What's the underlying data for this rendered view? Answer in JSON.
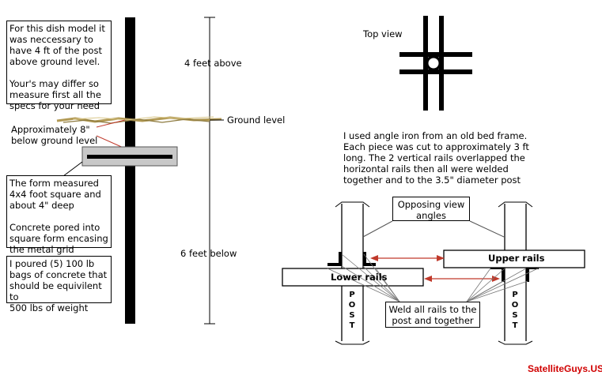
{
  "notes": {
    "intro": "For this dish model it\nwas neccessary to\nhave 4 ft of the post\nabove ground level.\n\nYour's may differ so\nmeasure first all the\nspecs for your need",
    "approx": "Approximately 8\"\nbelow ground level",
    "form": "The form measured\n  4x4 foot square and\n  about 4\" deep\n\nConcrete pored into\nsquare form encasing\nthe metal grid",
    "concrete": "I poured (5) 100 lb\nbags of concrete that\nshould be equivilent to\n500 lbs of weight",
    "top_view": "Top view",
    "angle_iron": "I used angle iron from an old bed frame.\nEach piece was cut to approximately 3 ft\nlong. The 2 vertical rails overlapped the\nhorizontal rails then all were welded\ntogether and to the 3.5\" diameter post",
    "opposing": "Opposing view\nangles",
    "weld": "Weld all rails to the\npost and together"
  },
  "labels": {
    "above": "4 feet above",
    "ground": "Ground level",
    "below": "6 feet below",
    "upper_rails": "Upper rails",
    "lower_rails": "Lower rails",
    "post_text": "P\nO\nS\nT"
  },
  "brand": "SatelliteGuys.US",
  "colors": {
    "brand": "#d00000",
    "ground": "#b29a55",
    "leader_red": "#c0392b",
    "form_fill": "#c8c8c8",
    "post": "#000000"
  }
}
